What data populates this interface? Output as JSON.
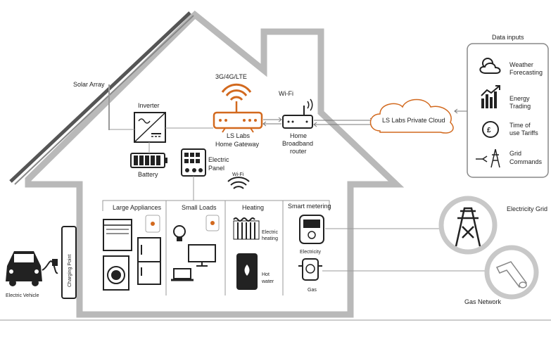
{
  "solar": {
    "label": "Solar Array"
  },
  "inverter": {
    "label": "Inverter"
  },
  "battery": {
    "label": "Battery"
  },
  "electric_panel": {
    "line1": "Electric",
    "line2": "Panel"
  },
  "gateway": {
    "top_label": "3G/4G/LTE",
    "line1": "LS Labs",
    "line2": "Home Gateway"
  },
  "router": {
    "top_label": "Wi-Fi",
    "line1": "Home",
    "line2": "Broadband",
    "line3": "router"
  },
  "cloud": {
    "label": "LS Labs Private Cloud"
  },
  "wifi_inside": {
    "label": "Wi-Fi"
  },
  "data_inputs": {
    "title": "Data inputs",
    "items": [
      {
        "line1": "Weather",
        "line2": "Forecasting",
        "icon": "weather-icon"
      },
      {
        "line1": "Energy",
        "line2": "Trading",
        "icon": "energy-trading-icon"
      },
      {
        "line1": "Time of",
        "line2": "use Tariffs",
        "icon": "tariff-icon"
      },
      {
        "line1": "Grid",
        "line2": "Commands",
        "icon": "grid-command-icon"
      }
    ]
  },
  "rooms": {
    "large_appliances": "Large Appliances",
    "small_loads": "Small Loads",
    "heating": "Heating",
    "electric_heating_1": "Electric",
    "electric_heating_2": "heating",
    "hot_water_1": "Hot",
    "hot_water_2": "water",
    "smart_metering": "Smart metering",
    "electricity": "Electricity",
    "gas": "Gas"
  },
  "ev": {
    "label": "Electric Vehicle",
    "charging_point": "Charging Point"
  },
  "grid": {
    "label": "Electricity Grid"
  },
  "gas_network": {
    "label": "Gas Network"
  },
  "colors": {
    "house": "#b9b9b9",
    "accent": "#d2691e",
    "dark": "#222222"
  }
}
